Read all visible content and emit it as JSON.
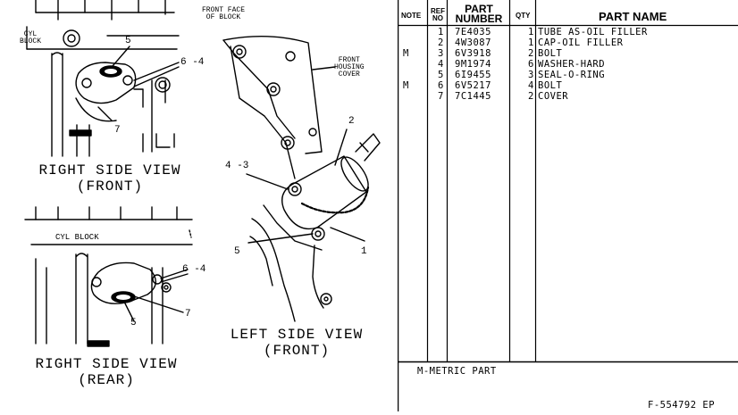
{
  "labels": {
    "cyl_block_top": [
      "CYL",
      "BLOCK"
    ],
    "front_face": [
      "FRONT FACE",
      "OF BLOCK"
    ],
    "front_housing": [
      "FRONT",
      "HOUSING",
      "COVER"
    ],
    "cyl_block_bottom": "CYL BLOCK",
    "views": {
      "right_front": [
        "RIGHT SIDE VIEW",
        "(FRONT)"
      ],
      "right_rear": [
        "RIGHT SIDE VIEW",
        "(REAR)"
      ],
      "left_front": [
        "LEFT SIDE VIEW",
        "(FRONT)"
      ]
    },
    "callouts": {
      "tr_5": "5",
      "tr_6_4": "6 -4",
      "tr_7": "7",
      "br_6_4": "6 -4",
      "br_5": "5",
      "br_7": "7",
      "l_2": "2",
      "l_4_3": "4 -3",
      "l_5": "5",
      "l_1": "1"
    }
  },
  "table": {
    "headers": {
      "note": "NOTE",
      "ref": [
        "REF",
        "NO"
      ],
      "part_number": [
        "PART",
        "NUMBER"
      ],
      "qty": "QTY",
      "part_name": "PART NAME"
    },
    "rows": [
      {
        "note": "",
        "ref": "1",
        "part_number": "7E4035",
        "qty": "1",
        "part_name": "TUBE AS-OIL FILLER"
      },
      {
        "note": "",
        "ref": "2",
        "part_number": "4W3087",
        "qty": "1",
        "part_name": "CAP-OIL FILLER"
      },
      {
        "note": "M",
        "ref": "3",
        "part_number": "6V3918",
        "qty": "2",
        "part_name": "BOLT"
      },
      {
        "note": "",
        "ref": "4",
        "part_number": "9M1974",
        "qty": "6",
        "part_name": "WASHER-HARD"
      },
      {
        "note": "",
        "ref": "5",
        "part_number": "6I9455",
        "qty": "3",
        "part_name": "SEAL-O-RING"
      },
      {
        "note": "M",
        "ref": "6",
        "part_number": "6V5217",
        "qty": "4",
        "part_name": "BOLT"
      },
      {
        "note": "",
        "ref": "7",
        "part_number": "7C1445",
        "qty": "2",
        "part_name": "COVER"
      }
    ],
    "footnote": "M-METRIC PART",
    "drawing_id": "F-554792 EP"
  }
}
